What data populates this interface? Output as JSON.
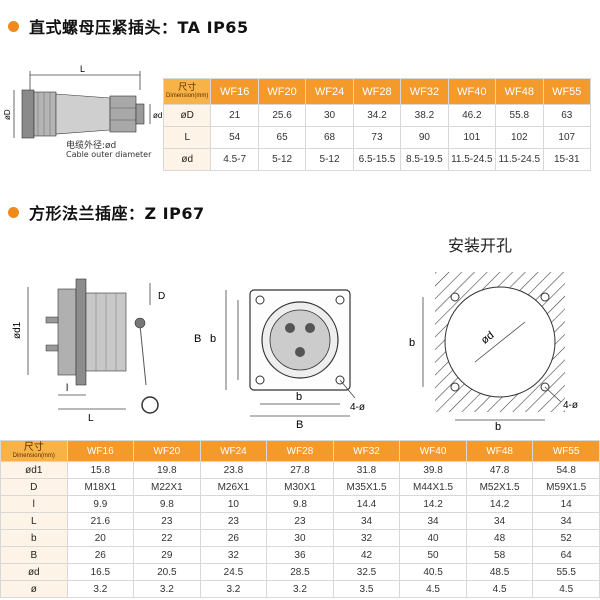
{
  "section1": {
    "title": "直式螺母压紧插头：TA IP65",
    "cable_label_cn": "电缆外径:ød",
    "cable_label_en": "Cable outer diameter",
    "dim_labels": {
      "L": "L",
      "D": "øD"
    },
    "table": {
      "corner_cn": "尺寸",
      "corner_en": "Dimension(mm)",
      "columns": [
        "WF16",
        "WF20",
        "WF24",
        "WF28",
        "WF32",
        "WF40",
        "WF48",
        "WF55"
      ],
      "rows": [
        {
          "label": "øD",
          "values": [
            "21",
            "25.6",
            "30",
            "34.2",
            "38.2",
            "46.2",
            "55.8",
            "63"
          ]
        },
        {
          "label": "L",
          "values": [
            "54",
            "65",
            "68",
            "73",
            "90",
            "101",
            "102",
            "107"
          ]
        },
        {
          "label": "ød",
          "values": [
            "4.5-7",
            "5-12",
            "5-12",
            "6.5-15.5",
            "8.5-19.5",
            "11.5-24.5",
            "11.5-24.5",
            "15-31"
          ]
        }
      ]
    }
  },
  "section2": {
    "title": "方形法兰插座：Z IP67",
    "mount_hole_label": "安装开孔",
    "dim_labels": {
      "d1": "ød1",
      "D": "D",
      "l": "l",
      "L": "L",
      "B_left": "B",
      "b_left": "b",
      "B_bottom": "B",
      "b_bottom": "b",
      "holes_left": "4-ø",
      "d_center": "ød",
      "b_right": "b",
      "b_right_bottom": "b",
      "holes_right": "4-ø"
    },
    "table": {
      "corner_cn": "尺寸",
      "corner_en": "Dimension(mm)",
      "columns": [
        "WF16",
        "WF20",
        "WF24",
        "WF28",
        "WF32",
        "WF40",
        "WF48",
        "WF55"
      ],
      "rows": [
        {
          "label": "ød1",
          "values": [
            "15.8",
            "19.8",
            "23.8",
            "27.8",
            "31.8",
            "39.8",
            "47.8",
            "54.8"
          ]
        },
        {
          "label": "D",
          "values": [
            "M18X1",
            "M22X1",
            "M26X1",
            "M30X1",
            "M35X1.5",
            "M44X1.5",
            "M52X1.5",
            "M59X1.5"
          ]
        },
        {
          "label": "l",
          "values": [
            "9.9",
            "9.8",
            "10",
            "9.8",
            "14.4",
            "14.2",
            "14.2",
            "14"
          ]
        },
        {
          "label": "L",
          "values": [
            "21.6",
            "23",
            "23",
            "23",
            "34",
            "34",
            "34",
            "34"
          ]
        },
        {
          "label": "b",
          "values": [
            "20",
            "22",
            "26",
            "30",
            "32",
            "40",
            "48",
            "52"
          ]
        },
        {
          "label": "B",
          "values": [
            "26",
            "29",
            "32",
            "36",
            "42",
            "50",
            "58",
            "64"
          ]
        },
        {
          "label": "ød",
          "values": [
            "16.5",
            "20.5",
            "24.5",
            "28.5",
            "32.5",
            "40.5",
            "48.5",
            "55.5"
          ]
        },
        {
          "label": "ø",
          "values": [
            "3.2",
            "3.2",
            "3.2",
            "3.2",
            "3.5",
            "4.5",
            "4.5",
            "4.5"
          ]
        }
      ]
    }
  },
  "colors": {
    "accent": "#ef8a1c",
    "header": "#f39a2b",
    "row_label_bg": "#fdf3e6"
  }
}
